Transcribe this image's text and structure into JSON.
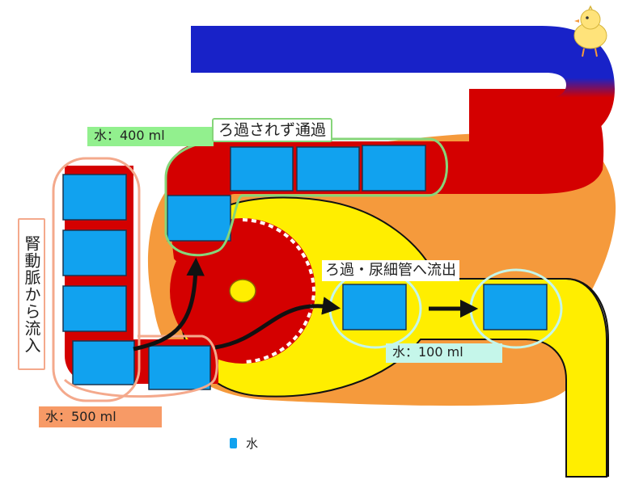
{
  "labels": {
    "water_400": "水：400 ml",
    "water_500": "水：500 ml",
    "water_100": "水：100 ml",
    "bypass": "ろ過されず通過",
    "filtered": "ろ過・尿細管へ流出",
    "inflow": "腎動脈から流入"
  },
  "legend": {
    "water": "水"
  },
  "colors": {
    "efferent_blue": "#1822c8",
    "blood_red": "#d40000",
    "capsule_orange": "#f59a3c",
    "filtrate_yellow": "#ffee00",
    "water_block": "#11a2ef",
    "bypass_outline": "#86d57a",
    "filtered_outline": "#c5f6ea",
    "inflow_outline": "#f4a98c"
  },
  "icons": [
    "chick-icon",
    "arrow-icon",
    "water-block-icon"
  ]
}
